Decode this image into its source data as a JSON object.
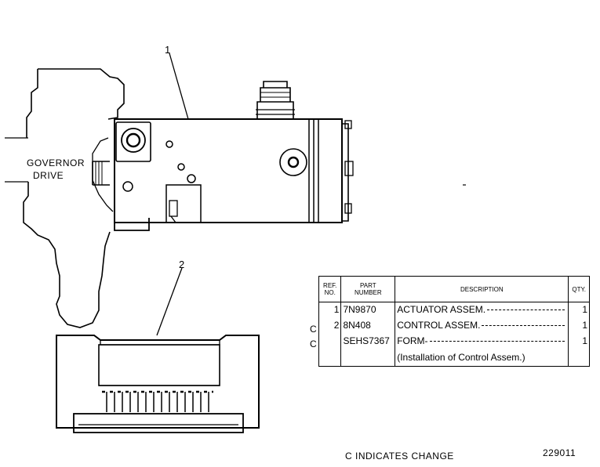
{
  "drawing": {
    "callouts": [
      "1",
      "2"
    ],
    "governor_label_line1": "GOVERNOR",
    "governor_label_line2": "DRIVE"
  },
  "parts_table": {
    "headers": {
      "ref_no": [
        "REF.",
        "NO."
      ],
      "part_number": [
        "PART",
        "NUMBER"
      ],
      "description": "DESCRIPTION",
      "qty": "QTY."
    },
    "rows": [
      {
        "change": "",
        "ref": "1",
        "part": "7N9870",
        "desc": "ACTUATOR ASSEM.",
        "qty": "1"
      },
      {
        "change": "C",
        "ref": "2",
        "part": "8N408",
        "desc": "CONTROL ASSEM.",
        "qty": "1"
      },
      {
        "change": "C",
        "ref": "",
        "part": "SEHS7367",
        "desc": "FORM-",
        "qty": "1"
      },
      {
        "change": "",
        "ref": "",
        "part": "",
        "desc": "(Installation of Control Assem.)",
        "qty": ""
      }
    ]
  },
  "footer": {
    "change_note": "C INDICATES CHANGE",
    "figure_number": "229011"
  }
}
